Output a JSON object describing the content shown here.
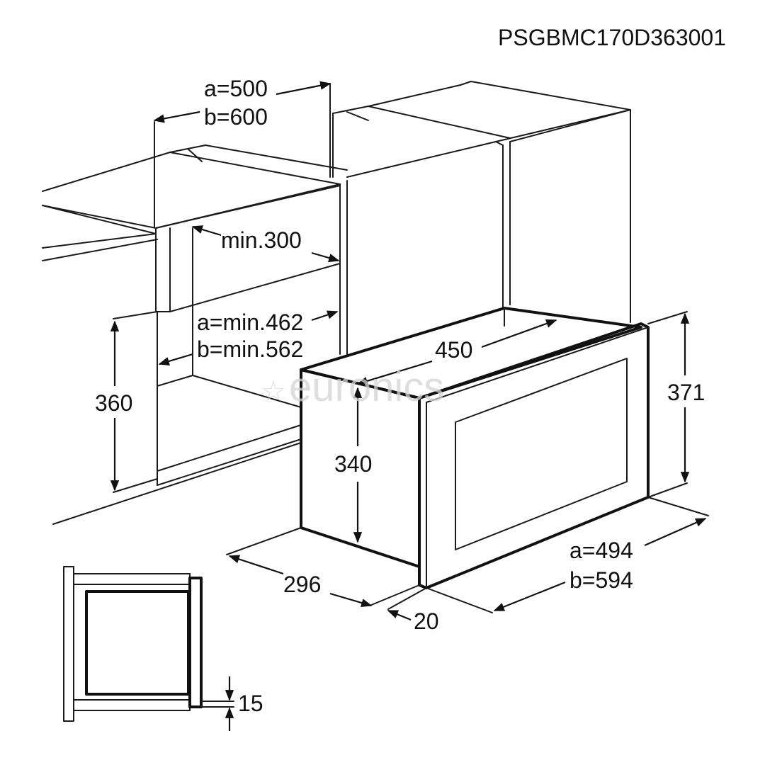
{
  "drawing_code": "PSGBMC170D363001",
  "watermark": "euronics",
  "dimensions": {
    "cabinet_a": "a=500",
    "cabinet_b": "b=600",
    "min_depth": "min.300",
    "opening_a": "a=min.462",
    "opening_b": "b=min.562",
    "opening_height": "360",
    "oven_depth_top": "450",
    "oven_height": "340",
    "frame_height": "371",
    "oven_side_depth": "296",
    "frame_thickness": "20",
    "frame_a": "a=494",
    "frame_b": "b=594",
    "gap": "15"
  },
  "colors": {
    "line": "#111111",
    "watermark": "#d3d3d3"
  }
}
